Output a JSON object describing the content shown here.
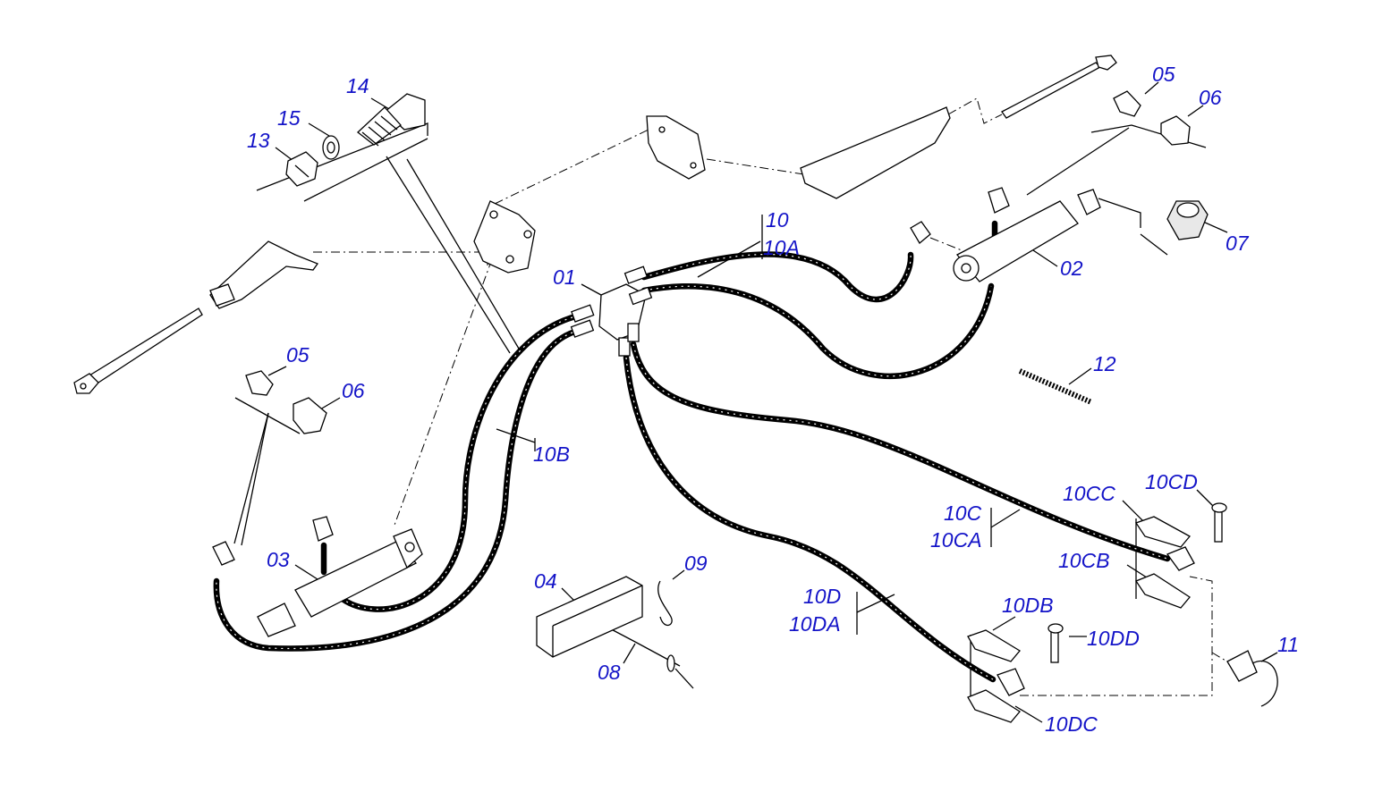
{
  "callouts": {
    "c01": "01",
    "c02": "02",
    "c03": "03",
    "c04": "04",
    "c05a": "05",
    "c05b": "05",
    "c06a": "06",
    "c06b": "06",
    "c07": "07",
    "c08": "08",
    "c09": "09",
    "c10": "10",
    "c10A": "10A",
    "c10B": "10B",
    "c10C": "10C",
    "c10CA": "10CA",
    "c10CB": "10CB",
    "c10CC": "10CC",
    "c10CD": "10CD",
    "c10D": "10D",
    "c10DA": "10DA",
    "c10DB": "10DB",
    "c10DC": "10DC",
    "c10DD": "10DD",
    "c11": "11",
    "c12": "12",
    "c13": "13",
    "c14": "14",
    "c15": "15"
  },
  "colors": {
    "callout_text": "#1414c8",
    "line_art": "#000000",
    "background": "#ffffff"
  }
}
